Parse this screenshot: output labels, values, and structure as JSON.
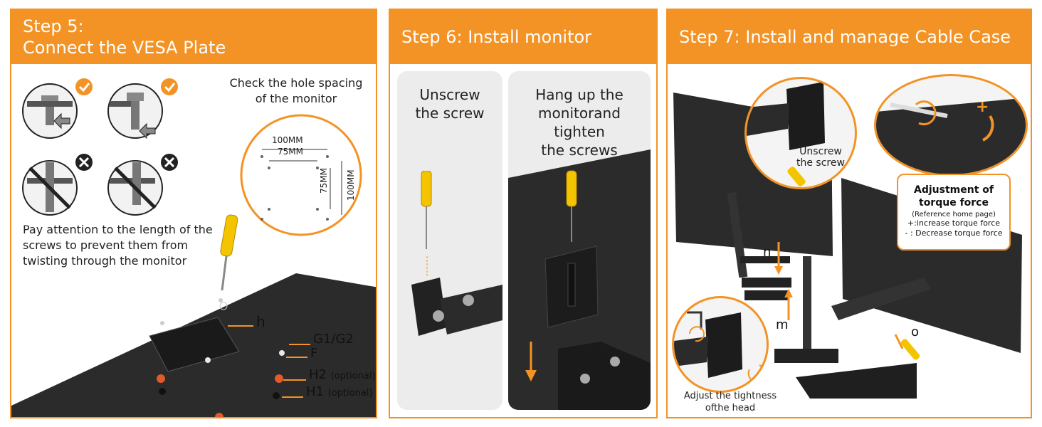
{
  "step5": {
    "title_line1": "Step 5:",
    "title_line2": "Connect the VESA Plate",
    "check_text": "Check the hole spacing\nof the monitor",
    "dim_100_h": "100MM",
    "dim_75_h": "75MM",
    "dim_75_v": "75MM",
    "dim_100_v": "100MM",
    "warning": "Pay attention to the length of the screws to prevent them from twisting through the monitor",
    "label_h": "h",
    "label_g": "G1/G2",
    "label_f": "F",
    "label_h2": "H2",
    "label_h2_note": "(optional)",
    "label_h1": "H1",
    "label_h1_note": "(optional)"
  },
  "step6": {
    "title": "Step 6: Install monitor",
    "card1": "Unscrew\nthe screw",
    "card2": "Hang up the\nmonitorand\ntighten\n the screws"
  },
  "step7": {
    "title": "Step 7: Install and manage Cable Case",
    "unscrew": "Unscrew\nthe screw",
    "torque_title": "Adjustment of torque force",
    "torque_ref": "(Reference home page)",
    "torque_plus": "+:increase  torque force",
    "torque_minus": "- : Decrease torque force",
    "label_n": "n",
    "label_m": "m",
    "label_o": "o",
    "adjust_text": "Adjust the tightness\nofthe head"
  },
  "colors": {
    "accent": "#f39325",
    "check": "#f39325",
    "cross": "#222222",
    "metal": "#2b2b2b"
  }
}
